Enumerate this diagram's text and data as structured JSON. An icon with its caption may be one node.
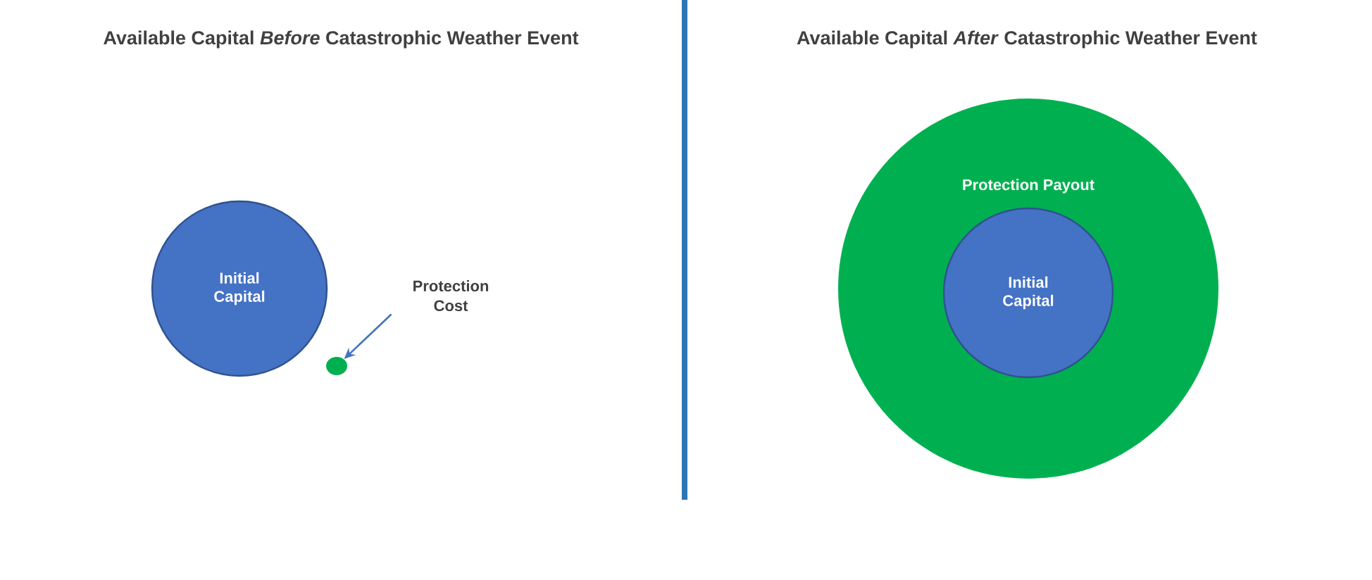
{
  "diagram": {
    "nodes": [
      {
        "text": [
          "Initial Capital"
        ]
      },
      {
        "text": [],
        "shape": "circle"
      },
      {
        "text": [
          "Protection Cost"
        ]
      },
      {
        "text": [
          "Protection Payout"
        ]
      },
      {
        "text": [
          "Initial Capital"
        ],
        "in": 3
      }
    ],
    "edges": [
      {
        "from": 2,
        "to": 1,
        "arrow": "to"
      }
    ],
    "labels": [
      "Available Capital *Before* Catastrophic Weather Event",
      "Available Capital *After* Catastrophic Weather Event"
    ]
  }
}
